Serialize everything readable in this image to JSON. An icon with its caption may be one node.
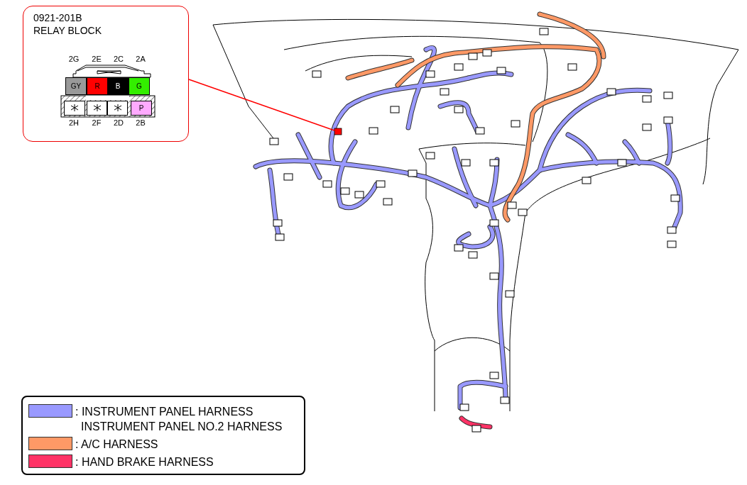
{
  "diagram": {
    "nodes": [
      {
        "text": [
          "0921-201B",
          "RELAY BLOCK"
        ]
      },
      {
        "text": [],
        "shape": "box"
      }
    ],
    "edges": [
      {
        "from": 0,
        "to": 1,
        "arrow": "none",
        "color": "#ff0000"
      }
    ],
    "labels": [
      "2G",
      "2E",
      "2C",
      "2A",
      "GY",
      "R",
      "B",
      "G",
      "P",
      "2H",
      "2F",
      "2D",
      "2B"
    ],
    "legend": [
      {
        "text": ": INSTRUMENT PANEL HARNESS INSTRUMENT PANEL NO.2 HARNESS",
        "color": "#9999ff"
      },
      {
        "text": ": A/C HARNESS",
        "color": "#ff9966"
      },
      {
        "text": ": HAND BRAKE HARNESS",
        "color": "#ff3366"
      }
    ]
  }
}
